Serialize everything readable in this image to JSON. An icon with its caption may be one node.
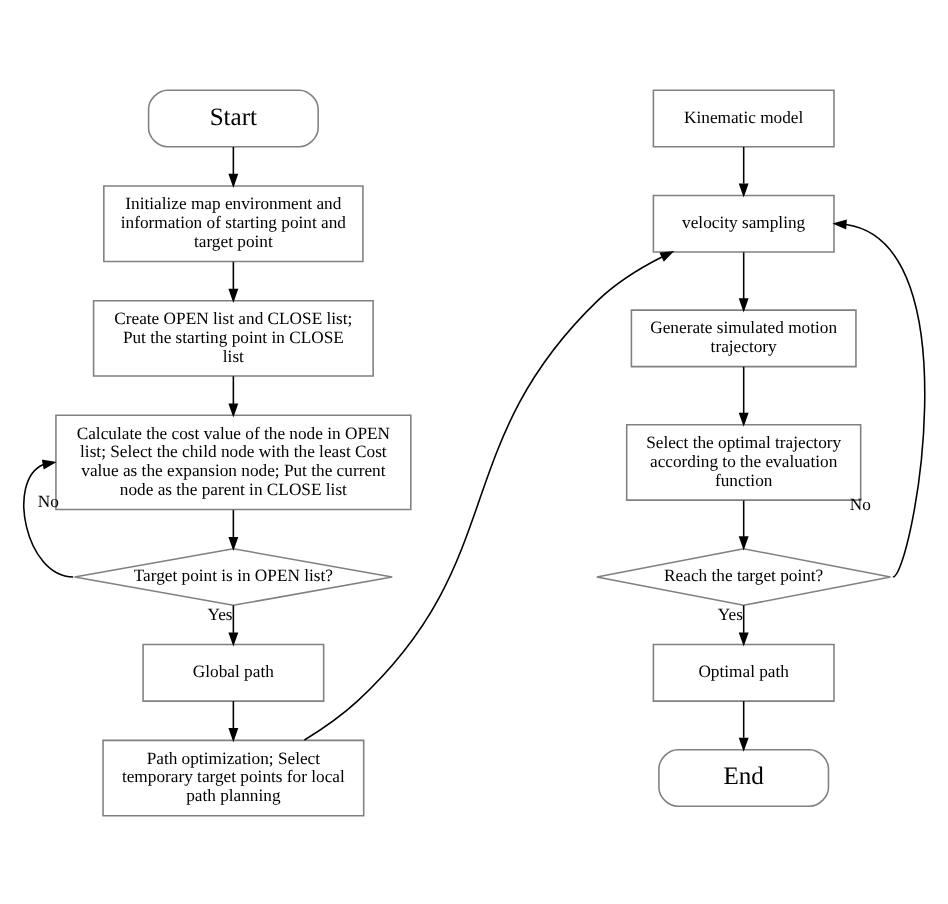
{
  "diagram": {
    "nodes": [
      {
        "text": [
          "Start"
        ]
      },
      {
        "text": [
          "Initialize map environment and information of starting point and target point"
        ]
      },
      {
        "text": [
          "Create OPEN list and CLOSE list; Put the starting point in CLOSE list"
        ]
      },
      {
        "text": [
          "Calculate the cost value of the node in OPEN list; Select the child node with the least Cost value as the expansion node; Put the current node as the parent in CLOSE list"
        ]
      },
      {
        "text": [
          "Target point is in OPEN list?"
        ]
      },
      {
        "text": [
          "Global path"
        ]
      },
      {
        "text": [
          "Path optimization; Select temporary target points for local path planning"
        ]
      },
      {
        "text": [
          "Kinematic model"
        ]
      },
      {
        "text": [
          "velocity sampling"
        ]
      },
      {
        "text": [
          "Generate simulated motion trajectory"
        ]
      },
      {
        "text": [
          "Select the optimal trajectory according to the evaluation function"
        ]
      },
      {
        "text": [
          "Reach the target point?"
        ]
      },
      {
        "text": [
          "Optimal path"
        ]
      },
      {
        "text": [
          "End"
        ]
      }
    ],
    "edges": [
      {
        "from": 0,
        "to": 1,
        "arrow": "to"
      },
      {
        "from": 1,
        "to": 2,
        "arrow": "to"
      },
      {
        "from": 2,
        "to": 3,
        "arrow": "to"
      },
      {
        "from": 3,
        "to": 4,
        "arrow": "to"
      },
      {
        "from": 4,
        "to": 3,
        "arrow": "to",
        "label": "No"
      },
      {
        "from": 4,
        "to": 5,
        "arrow": "to",
        "label": "Yes"
      },
      {
        "from": 5,
        "to": 6,
        "arrow": "to"
      },
      {
        "from": 6,
        "to": 8,
        "arrow": "to"
      },
      {
        "from": 7,
        "to": 8,
        "arrow": "to"
      },
      {
        "from": 8,
        "to": 9,
        "arrow": "to"
      },
      {
        "from": 9,
        "to": 10,
        "arrow": "to"
      },
      {
        "from": 10,
        "to": 11,
        "arrow": "to"
      },
      {
        "from": 11,
        "to": 8,
        "arrow": "to",
        "label": "No"
      },
      {
        "from": 11,
        "to": 12,
        "arrow": "to",
        "label": "Yes"
      },
      {
        "from": 12,
        "to": 13,
        "arrow": "to"
      }
    ]
  }
}
